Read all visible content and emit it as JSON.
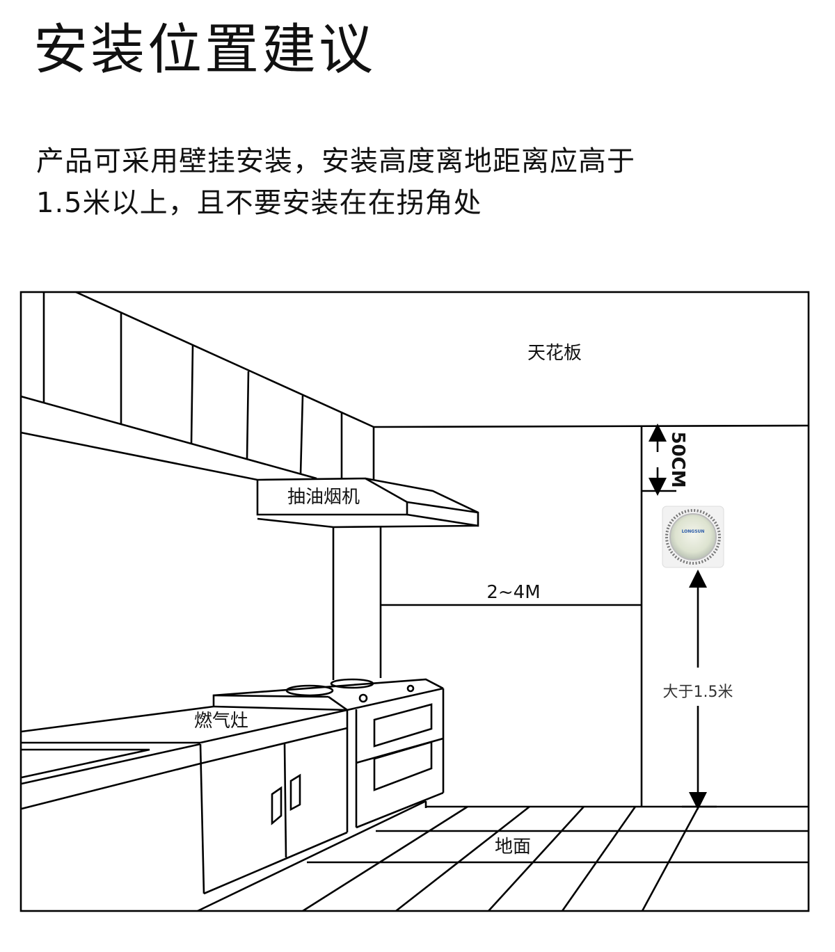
{
  "header": {
    "title": "安装位置建议"
  },
  "description": {
    "line1": "产品可采用壁挂安装，安装高度离地距离应高于",
    "line2": "1.5米以上，且不要安装在在拐角处"
  },
  "diagram": {
    "labels": {
      "ceiling": "天花板",
      "range_hood": "抽油烟机",
      "distance_ceiling": "50CM",
      "wall_width": "2~4M",
      "height_above_floor": "大于1.5米",
      "gas_stove": "燃气灶",
      "floor": "地面"
    },
    "device": {
      "brand_text": "LONGSUN"
    }
  }
}
